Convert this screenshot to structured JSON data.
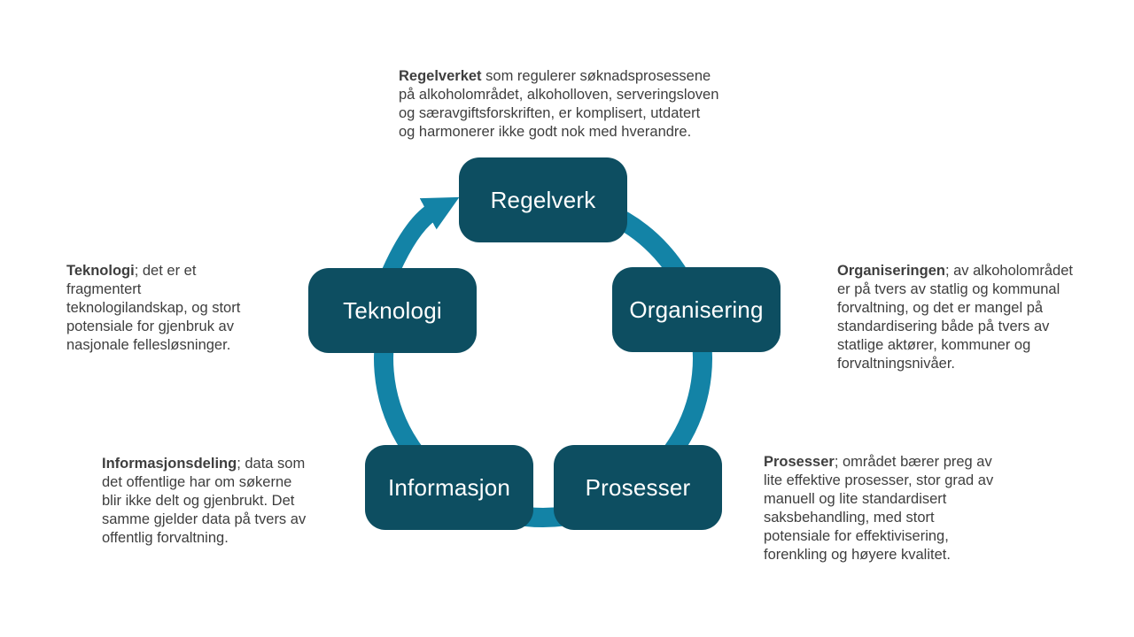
{
  "diagram": {
    "title": "",
    "type": "cycle",
    "colors": {
      "node_fill": "#0D4E61",
      "arrow": "#1383A6",
      "node_text": "#FFFFFF",
      "annotation_text": "#3E3E3E",
      "background": "#FFFFFF"
    },
    "nodes": [
      {
        "label": "Regelverk"
      },
      {
        "label": "Organisering"
      },
      {
        "label": "Prosesser"
      },
      {
        "label": "Informasjon"
      },
      {
        "label": "Teknologi"
      }
    ],
    "annotations": {
      "regelverk": {
        "lead": "Regelverket",
        "text": " som regulerer søknadsprosessene\npå alkoholområdet, alkoholloven, serveringsloven\nog særavgiftsforskriften, er komplisert, utdatert\nog harmonerer ikke godt nok med hverandre."
      },
      "organisering": {
        "lead": "Organiseringen",
        "text": "; av alkoholområdet\ner på tvers av statlig og kommunal\nforvaltning, og det er mangel på\nstandardisering både på tvers av\nstatlige aktører, kommuner og\nforvaltningsnivåer."
      },
      "prosesser": {
        "lead": "Prosesser",
        "text": "; området bærer preg av\nlite effektive prosesser, stor grad av\nmanuell og lite standardisert\nsaksbehandling, med stort\npotensiale for effektivisering,\nforenkling og høyere kvalitet."
      },
      "informasjon": {
        "lead": "Informasjonsdeling",
        "text": "; data som\ndet offentlige har om søkerne\nblir ikke delt og gjenbrukt. Det\nsamme gjelder data på tvers av\noffentlig forvaltning."
      },
      "teknologi": {
        "lead": "Teknologi",
        "text": "; det er et\nfragmentert\nteknologilandskap, og stort\npotensiale for gjenbruk av\nnasjonale fellesløsninger."
      }
    }
  }
}
